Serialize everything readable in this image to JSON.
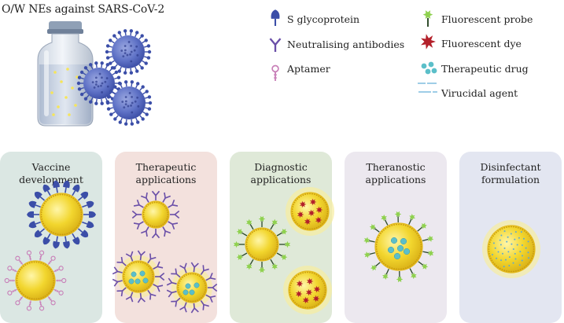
{
  "title": "O/W NEs against SARS-CoV-2",
  "legend": {
    "s_glycoprotein": "S glycoprotein",
    "neutralising_antibodies": "Neutralising antibodies",
    "aptamer": "Aptamer",
    "fluorescent_probe": "Fluorescent probe",
    "fluorescent_dye": "Fluorescent dye",
    "therapeutic_drug": "Therapeutic drug",
    "virucidal_agent": "Virucidal agent"
  },
  "panels": {
    "vaccine": {
      "line1": "Vaccine development",
      "line2": "",
      "bg": "#dbe7e3"
    },
    "therapeutic": {
      "line1": "Therapeutic",
      "line2": "applications",
      "bg": "#f3e1dd"
    },
    "diagnostic": {
      "line1": "Diagnostic",
      "line2": "applications",
      "bg": "#dfe9d8"
    },
    "theranostic": {
      "line1": "Theranostic",
      "line2": "applications",
      "bg": "#ece8ef"
    },
    "disinfectant": {
      "line1": "Disinfectant",
      "line2": "formulation",
      "bg": "#e3e6f1"
    }
  },
  "colors": {
    "particle_fill": "#f1d52e",
    "particle_rim": "#e3b91b",
    "particle_halo": "#f6eca0",
    "virus_blue": "#3b4ea8",
    "antibody": "#6a4fa8",
    "aptamer": "#c87fb8",
    "probe_green": "#8fd14f",
    "dye_red": "#b3202a",
    "drug_teal": "#5bbfc9",
    "virucidal_dots": "#5aa9d6"
  }
}
